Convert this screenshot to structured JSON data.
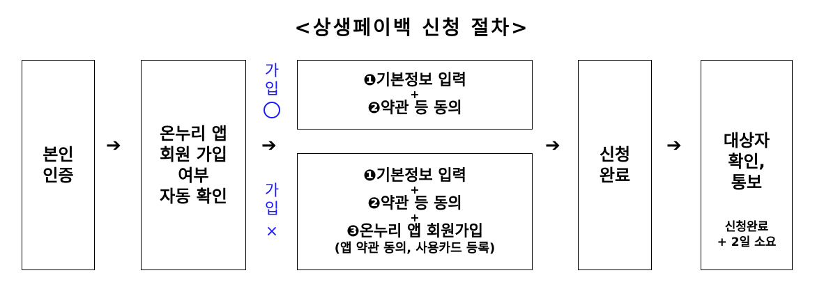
{
  "title": "<상생페이백 신청 절차>",
  "arrow_glyph": "➔",
  "boxes": {
    "identity": "본인\n인증",
    "auto_check": [
      "온누리 앱",
      "회원 가입",
      "여부",
      "자동 확인"
    ],
    "joined_steps": [
      "❶기본정보 입력",
      "+",
      "❷약관 등 동의"
    ],
    "not_joined_steps": [
      "❶기본정보 입력",
      "+",
      "❷약관 등 동의",
      "+",
      "❸온누리 앱 회원가입",
      "(앱 약관 동의, 사용카드 등록)"
    ],
    "complete": [
      "신청",
      "완료"
    ],
    "notify": [
      "대상자",
      "확인,",
      "통보"
    ],
    "notify_note": [
      "신청완료",
      "+ 2일 소요"
    ]
  },
  "branches": {
    "joined": [
      "가",
      "입"
    ],
    "not_joined": [
      "가",
      "입",
      "×"
    ]
  },
  "colors": {
    "branch": "#1a1aff",
    "border": "#000000"
  }
}
